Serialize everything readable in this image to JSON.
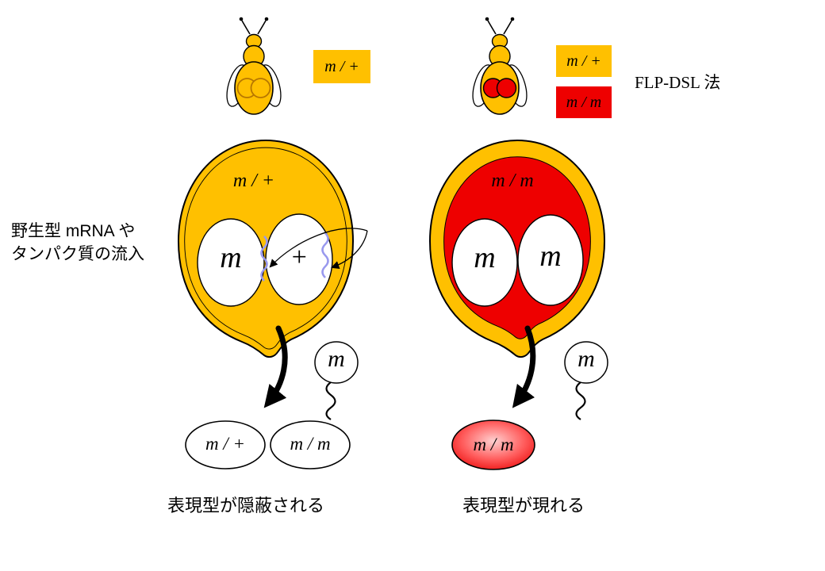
{
  "colors": {
    "gold": "#FFC000",
    "red": "#EE0000",
    "squiggle_blue": "#9999EE",
    "outline": "#000000"
  },
  "top_section": {
    "heterozygous_fly_label": "m / +",
    "flp_fly_label_top": "m / +",
    "flp_fly_label_bottom": "m / m",
    "method_label": "FLP-DSL 法"
  },
  "left_panel": {
    "germline_genotype": "m / +",
    "left_cell_label": "m",
    "right_cell_label": "+",
    "influx_annotation_line1": "野生型 mRNA や",
    "influx_annotation_line2": "タンパク質の流入",
    "sperm_label": "m",
    "offspring_labels": [
      "m / +",
      "m / m"
    ],
    "caption": "表現型が隠蔽される"
  },
  "right_panel": {
    "germline_genotype": "m / m",
    "left_cell_label": "m",
    "right_cell_label": "m",
    "sperm_label": "m",
    "offspring_label": "m / m",
    "caption": "表現型が現れる"
  }
}
